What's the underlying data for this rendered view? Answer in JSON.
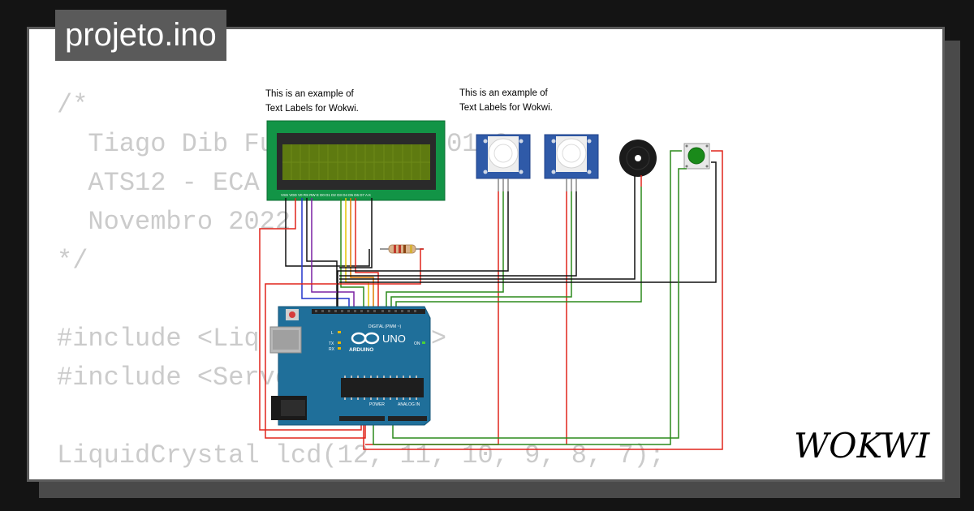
{
  "project": {
    "filename": "projeto.ino"
  },
  "code_lines": [
    "/*",
    "  Tiago Dib Fu          401 3",
    "  ATS12 - ECA",
    "  Novembro 2022",
    "*/",
    "",
    "#include <Liq          h>",
    "#include <Servo",
    "",
    "LiquidCrystal lcd(12, 11, 10, 9, 8, 7);"
  ],
  "text_labels": {
    "label_1_line_1": "This is an example of",
    "label_1_line_2": "Text Labels for Wokwi.",
    "label_2_line_1": "This is an example of",
    "label_2_line_2": "Text Labels for Wokwi."
  },
  "arduino": {
    "logo_text": "UNO",
    "brand": "ARDUINO",
    "digital_label": "DIGITAL (PWM ~)",
    "power_label": "POWER",
    "analog_label": "ANALOG IN",
    "on_label": "ON",
    "l_label": "L",
    "tx_label": "TX",
    "rx_label": "RX"
  },
  "lcd": {
    "pin_labels": "VSS VDD V0 RS RW E D0 D1 D2 D3 D4 D5 D6 D7 A K"
  },
  "brand": {
    "name": "WOKWI"
  },
  "colors": {
    "board": "#1f6f9a",
    "lcd_pcb": "#129446",
    "lcd_screen": "#5e7a10",
    "wire_red": "#e1251c",
    "wire_black": "#111111",
    "wire_green": "#2b8a1b",
    "wire_purple": "#7a21a3",
    "wire_blue": "#2233cc",
    "wire_yellow": "#e3c400",
    "wire_orange": "#e07b00",
    "button_green": "#1a8a1a"
  },
  "icons": [
    "resistor-icon",
    "buzzer-icon",
    "pir-sensor-icon",
    "pushbutton-icon",
    "infinity-logo-icon"
  ]
}
